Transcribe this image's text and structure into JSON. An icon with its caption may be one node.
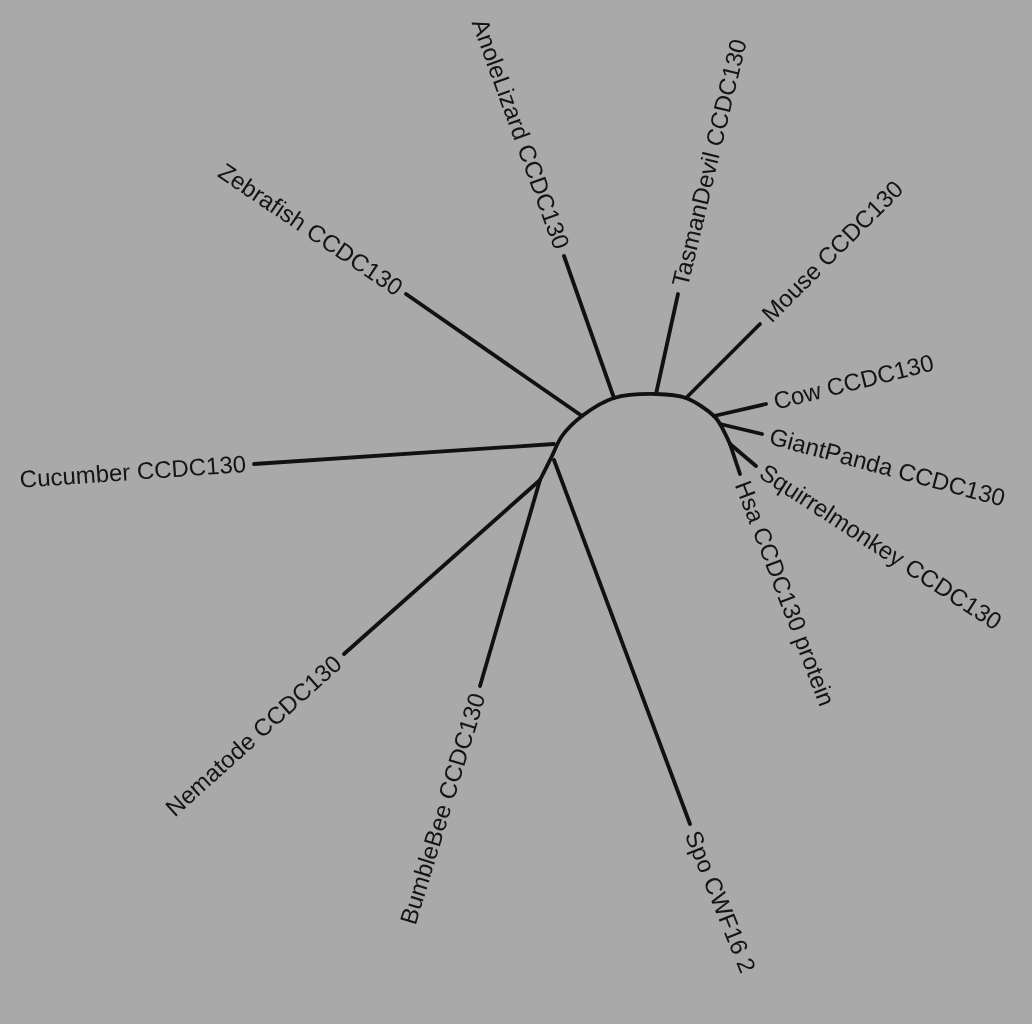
{
  "diagram": {
    "nodes": [
      {
        "text": [
          "AnoleLizard CCDC130"
        ]
      },
      {
        "text": [
          "TasmanDevil CCDC130"
        ]
      },
      {
        "text": [
          "Mouse CCDC130"
        ]
      },
      {
        "text": [
          "Cow CCDC130"
        ]
      },
      {
        "text": [
          "GiantPanda CCDC130"
        ]
      },
      {
        "text": [
          "Squirrelmonkey CCDC130"
        ]
      },
      {
        "text": [
          "Hsa CCDC130 protein"
        ]
      },
      {
        "text": [
          "Spo CWF16 2"
        ]
      },
      {
        "text": [
          "BumbleBee CCDC130"
        ]
      },
      {
        "text": [
          "Nematode CCDC130"
        ]
      },
      {
        "text": [
          "Cucumber CCDC130"
        ]
      },
      {
        "text": [
          "Zebrafish CCDC130"
        ]
      },
      {
        "text": [],
        "shape": "arc"
      }
    ],
    "edges": [
      {
        "from": 12,
        "to": 0,
        "arrow": "none"
      },
      {
        "from": 12,
        "to": 1,
        "arrow": "none"
      },
      {
        "from": 12,
        "to": 2,
        "arrow": "none"
      },
      {
        "from": 12,
        "to": 3,
        "arrow": "none"
      },
      {
        "from": 12,
        "to": 4,
        "arrow": "none"
      },
      {
        "from": 12,
        "to": 5,
        "arrow": "none"
      },
      {
        "from": 12,
        "to": 6,
        "arrow": "none"
      },
      {
        "from": 12,
        "to": 7,
        "arrow": "none"
      },
      {
        "from": 12,
        "to": 8,
        "arrow": "none"
      },
      {
        "from": 12,
        "to": 9,
        "arrow": "none"
      },
      {
        "from": 12,
        "to": 10,
        "arrow": "none"
      },
      {
        "from": 12,
        "to": 11,
        "arrow": "none"
      }
    ]
  }
}
